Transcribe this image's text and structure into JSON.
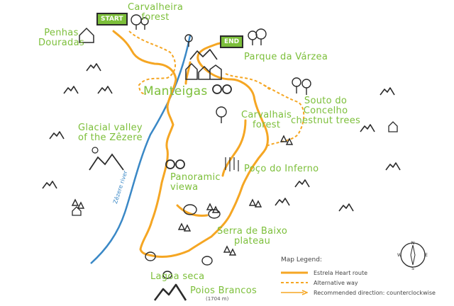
{
  "signs": {
    "start": "START",
    "end": "END"
  },
  "places": {
    "penhas_douradas": [
      "Penhas",
      "Douradas"
    ],
    "carvalheira_forest": [
      "Carvalheira",
      "forest"
    ],
    "parque_varzea": "Parque da Várzea",
    "manteigas": "Manteigas",
    "souto_concelho": [
      "Souto do",
      "Concelho",
      "chestnut trees"
    ],
    "carvalhais_forest": [
      "Carvalhais",
      "forest"
    ],
    "glacial_valley": [
      "Glacial valley",
      "of the Zêzere"
    ],
    "poco_inferno": "Poço do Inferno",
    "panoramic_view": [
      "Panoramic",
      "viewa"
    ],
    "serra_baixo": [
      "Serra de Baixo",
      "plateau"
    ],
    "lagoa_seca": "Lagoa seca",
    "poios_brancos": "Poios Brancos",
    "poios_altitude": "(1704 m)"
  },
  "river_label": "Zêzere river",
  "legend": {
    "title": "Map Legend:",
    "items": [
      {
        "label": "Estrela Heart route",
        "style": "solid",
        "color": "#f5a623"
      },
      {
        "label": "Alternative way",
        "style": "dashed",
        "color": "#f5a623"
      },
      {
        "label": "Recommended direction: counterclockwise",
        "style": "arrow",
        "color": "#f5a623"
      }
    ]
  },
  "compass": {
    "n": "N",
    "s": "S",
    "e": "E",
    "w": "W"
  },
  "colors": {
    "route": "#f5a623",
    "river": "#3a88c6",
    "label": "#7cbf3a",
    "icon": "#2b2b2b"
  }
}
